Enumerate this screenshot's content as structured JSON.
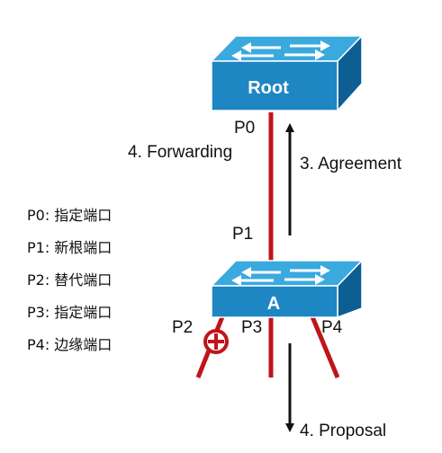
{
  "switches": {
    "root": {
      "label": "Root"
    },
    "a": {
      "label": "A"
    }
  },
  "ports": {
    "p0": "P0",
    "p1": "P1",
    "p2": "P2",
    "p3": "P3",
    "p4": "P4"
  },
  "messages": {
    "forwarding": "4. Forwarding",
    "agreement": "3. Agreement",
    "proposal": "4. Proposal"
  },
  "legend": [
    "P0: 指定端口",
    "P1: 新根端口",
    "P2: 替代端口",
    "P3: 指定端口",
    "P4: 边缘端口"
  ],
  "colors": {
    "link": "#c0141b",
    "switch_front": "#1f86c4",
    "switch_top": "#3aa9de",
    "switch_side": "#0d5e93",
    "arrow": "#111111"
  }
}
